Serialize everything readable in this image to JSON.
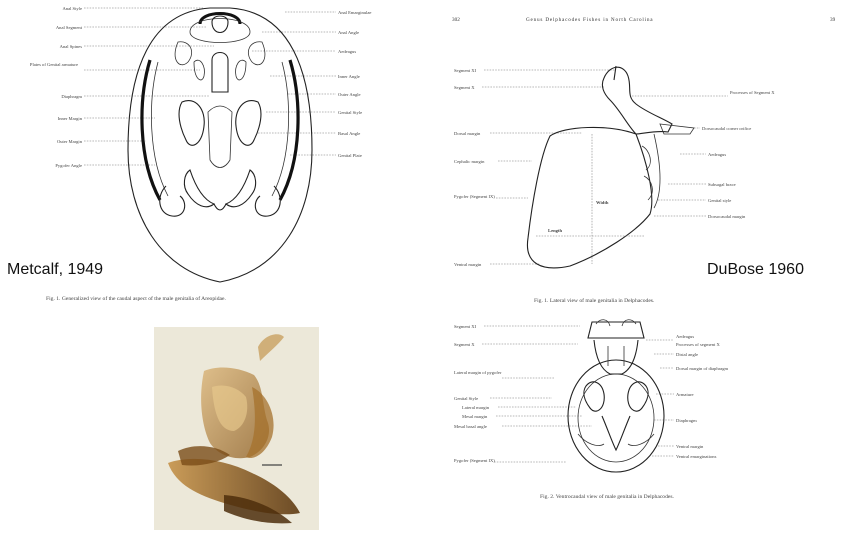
{
  "credits": {
    "metcalf": "Metcalf, 1949",
    "dubose": "DuBose 1960"
  },
  "metcalf_figure": {
    "left_labels": [
      "Anal Style",
      "Anal Segment",
      "Anal Spines",
      "Plates of Genital armature",
      "Diaphragm",
      "Inner Margin",
      "Outer Margin",
      "Pygofer Angle"
    ],
    "right_labels": [
      "Anal Emarginulae",
      "Anal Angle",
      "Aedeagus",
      "Inner Angle",
      "Outer Angle",
      "Genital Style",
      "Basal Angle",
      "Genital Plate"
    ],
    "caption": "Fig. 1. Generalized view of the caudal aspect of the male genitalia of Areopidae."
  },
  "dubose_page": {
    "page_number": "302",
    "running_head": "Genus Delphacodes Fishes in North Carolina",
    "page_number_right": "39"
  },
  "dubose_lateral": {
    "left_labels": [
      "Segment XI",
      "Segment X",
      "Dorsal margin",
      "Cephalic margin",
      "Pygofer (Segment IX)",
      "Ventral margin"
    ],
    "right_labels": [
      "Processes of Segment X",
      "Dorsocaudal corner orifice",
      "Aedeagus",
      "Subsagal brace",
      "Genital style",
      "Dorsocaudal margin"
    ],
    "inner_labels": [
      "Width",
      "Length"
    ],
    "caption": "Fig. 1. Lateral view of male genitalia in Delphacodes."
  },
  "dubose_caudal": {
    "left_labels": [
      "Segment XI",
      "Segment X",
      "Lateral margin of pygofer",
      "Genital Style",
      "Lateral margin",
      "Mesal margin",
      "Mesal basal angle",
      "Pygofer (Segment IX)"
    ],
    "right_labels": [
      "Aedeagus",
      "Processes of segment X",
      "Distal angle",
      "Dorsal margin of diaphragm",
      "Armature",
      "Diaphragm",
      "Ventral margin",
      "Ventral emarginations"
    ],
    "caption": "Fig. 2. Ventrocaudal view of male genitalia in Delphacodes."
  },
  "photo": {
    "scale_bar_label": "—",
    "colors": {
      "background": "#ece8d9",
      "tissue": "#b98a3c",
      "dark_tissue": "#6b4518"
    }
  }
}
